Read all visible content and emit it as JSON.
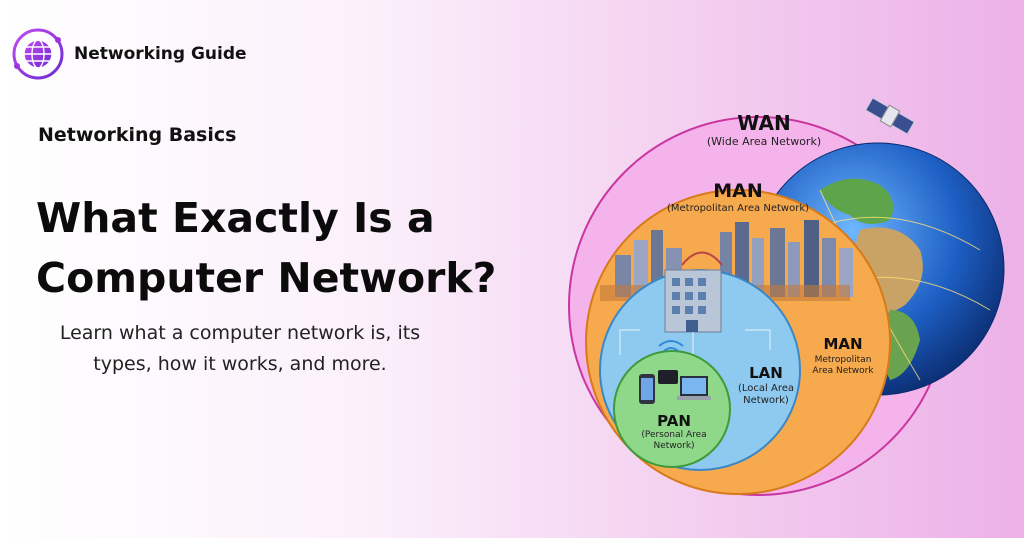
{
  "brand": {
    "name": "Networking Guide",
    "icon": "globe-icon",
    "accent": "#8b2fd6"
  },
  "header": {
    "category": "Networking Basics"
  },
  "hero": {
    "title_line1": "What Exactly Is a",
    "title_line2": "Computer Network?",
    "subtitle_line1": "Learn what a computer network is, its",
    "subtitle_line2": "types, how it works, and more."
  },
  "diagram": {
    "wan": {
      "label": "WAN",
      "full": "(Wide Area Network)",
      "color": "#f6b5ee"
    },
    "man": {
      "label": "MAN",
      "full": "(Metropolitan Area Network)",
      "side_label": "MAN",
      "side_full_1": "Metropolitan",
      "side_full_2": "Area Network",
      "color": "#f7a94e"
    },
    "lan": {
      "label": "LAN",
      "full_1": "(Local Area",
      "full_2": "Network)",
      "color": "#8ec9f0"
    },
    "pan": {
      "label": "PAN",
      "full_1": "(Personal Area",
      "full_2": "Network)",
      "color": "#8fd889"
    }
  }
}
